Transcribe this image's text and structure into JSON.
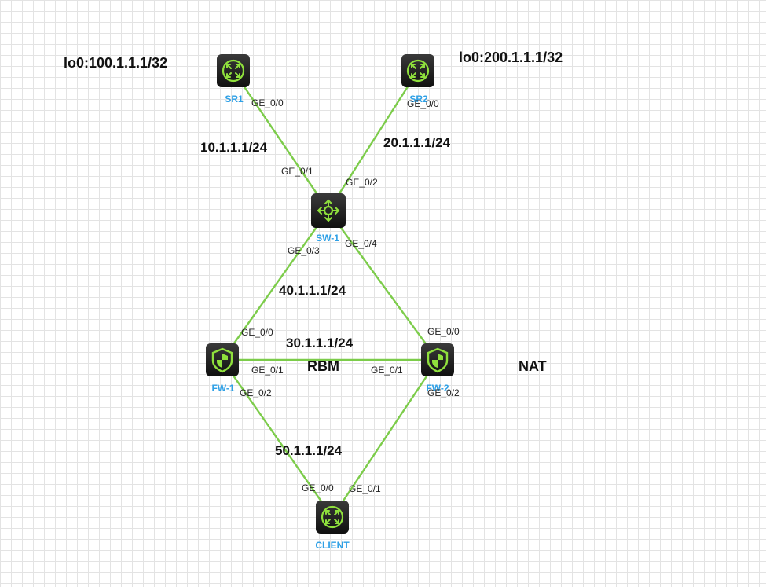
{
  "devices": {
    "sr1": {
      "label": "SR1",
      "type": "router-icon"
    },
    "sr2": {
      "label": "SR2",
      "type": "router-icon"
    },
    "sw1": {
      "label": "SW-1",
      "type": "switch-icon"
    },
    "fw1": {
      "label": "FW-1",
      "type": "firewall-icon"
    },
    "fw2": {
      "label": "FW-2",
      "type": "firewall-icon"
    },
    "client": {
      "label": "CLIENT",
      "type": "router-icon"
    }
  },
  "annotations": {
    "sr1_loopback": "lo0:100.1.1.1/32",
    "sr2_loopback": "lo0:200.1.1.1/32",
    "rbm": "RBM",
    "nat": "NAT"
  },
  "networks": {
    "sr1_sw1": "10.1.1.1/24",
    "sr2_sw1": "20.1.1.1/24",
    "fw1_fw2": "30.1.1.1/24",
    "sw1_fw1": "40.1.1.1/24",
    "fw1_client": "50.1.1.1/24"
  },
  "ports": {
    "sr1_ge00": "GE_0/0",
    "sr2_ge00": "GE_0/0",
    "sw1_ge01": "GE_0/1",
    "sw1_ge02": "GE_0/2",
    "sw1_ge03": "GE_0/3",
    "sw1_ge04": "GE_0/4",
    "fw1_ge00": "GE_0/0",
    "fw1_ge01": "GE_0/1",
    "fw1_ge02": "GE_0/2",
    "fw2_ge00": "GE_0/0",
    "fw2_ge01": "GE_0/1",
    "fw2_ge02": "GE_0/2",
    "client_ge00": "GE_0/0",
    "client_ge01": "GE_0/1"
  },
  "colors": {
    "link": "#7ccc4a",
    "icon_bg": "#1b1b1b",
    "icon_fg": "#8fe03c",
    "device_label": "#2ea0e6"
  }
}
